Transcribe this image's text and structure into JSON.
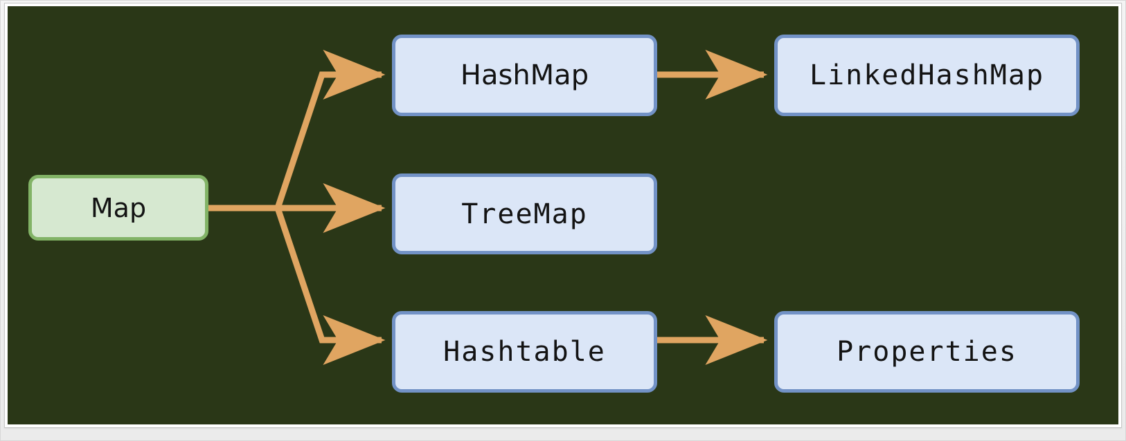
{
  "diagram": {
    "kind": "hierarchy-flowchart",
    "background_color": "#2a3717",
    "edge_color": "#e0a561",
    "root": {
      "id": "map",
      "label": "Map",
      "fill": "#d6e8d0",
      "stroke": "#82b366"
    },
    "nodes": [
      {
        "id": "hashmap",
        "label": "HashMap",
        "fill": "#dbe6f7",
        "stroke": "#7292c6"
      },
      {
        "id": "linkedhashmap",
        "label": "LinkedHashMap",
        "fill": "#dbe6f7",
        "stroke": "#7292c6"
      },
      {
        "id": "treemap",
        "label": "TreeMap",
        "fill": "#dbe6f7",
        "stroke": "#7292c6"
      },
      {
        "id": "hashtable",
        "label": "Hashtable",
        "fill": "#dbe6f7",
        "stroke": "#7292c6"
      },
      {
        "id": "properties",
        "label": "Properties",
        "fill": "#dbe6f7",
        "stroke": "#7292c6"
      }
    ],
    "edges": [
      {
        "from": "map",
        "to": "hashmap"
      },
      {
        "from": "map",
        "to": "treemap"
      },
      {
        "from": "map",
        "to": "hashtable"
      },
      {
        "from": "hashmap",
        "to": "linkedhashmap"
      },
      {
        "from": "hashtable",
        "to": "properties"
      }
    ]
  }
}
